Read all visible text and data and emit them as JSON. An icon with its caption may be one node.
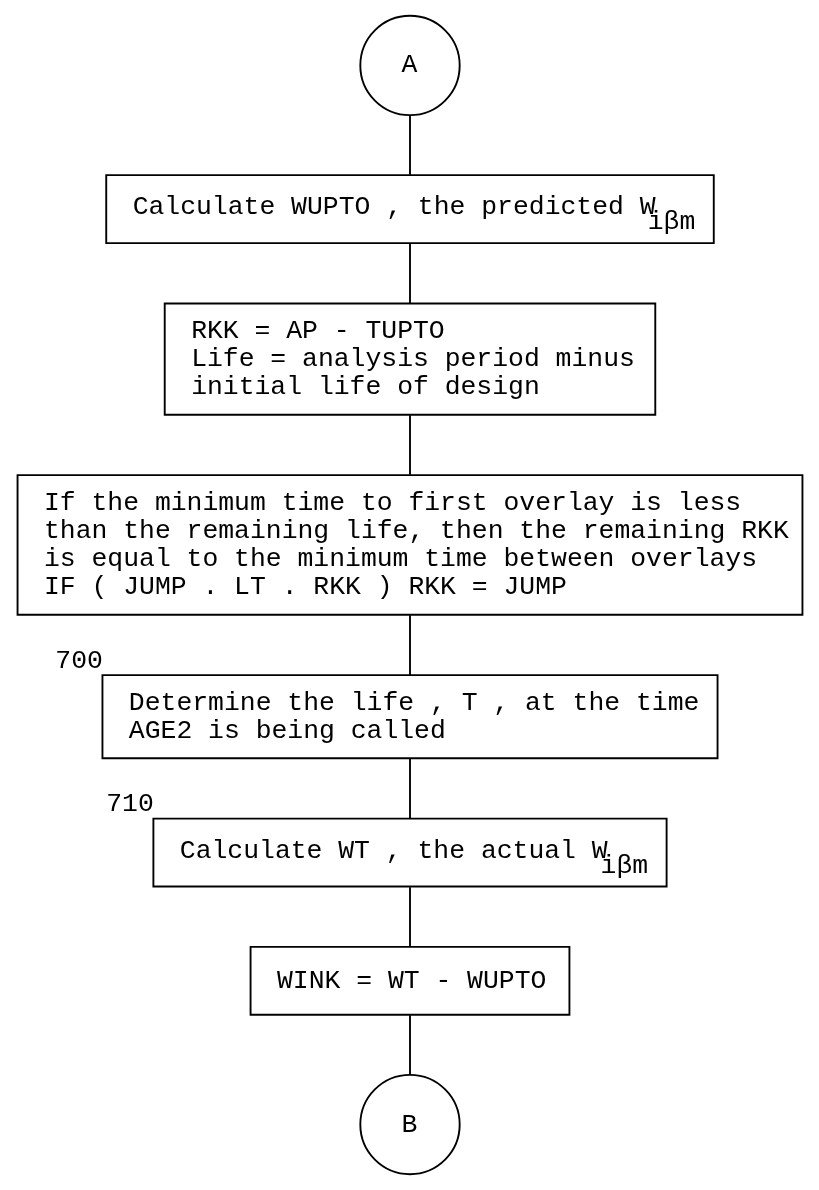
{
  "diagram": {
    "nodes": [
      {
        "text": [
          "A"
        ]
      },
      {
        "text": [
          "Calculate WUPTO , the predicted W$_{iβm}$"
        ]
      },
      {
        "text": [
          "RKK = AP - TUPTO",
          "Life = analysis period minus initial life of design"
        ]
      },
      {
        "text": [
          "If the minimum time to first overlay is less than the remaining life, then the remaining RKK is equal to the minimum time between overlays",
          "IF ( JUMP . LT . RKK ) RKK = JUMP"
        ]
      },
      {
        "text": [
          "Determine the life , T , at the time AGE2 is being called"
        ],
        "beside": [
          "700"
        ]
      },
      {
        "text": [
          "Calculate WT , the actual W$_{iβm}$"
        ],
        "beside": [
          "710"
        ]
      },
      {
        "text": [
          "WINK = WT - WUPTO"
        ]
      },
      {
        "text": [
          "B"
        ]
      }
    ],
    "edges": [
      {
        "from": 0,
        "to": 1,
        "arrow": "none"
      },
      {
        "from": 1,
        "to": 2,
        "arrow": "none"
      },
      {
        "from": 2,
        "to": 3,
        "arrow": "none"
      },
      {
        "from": 3,
        "to": 4,
        "arrow": "none"
      },
      {
        "from": 4,
        "to": 5,
        "arrow": "none"
      },
      {
        "from": 5,
        "to": 6,
        "arrow": "none"
      },
      {
        "from": 6,
        "to": 7,
        "arrow": "none"
      }
    ]
  }
}
